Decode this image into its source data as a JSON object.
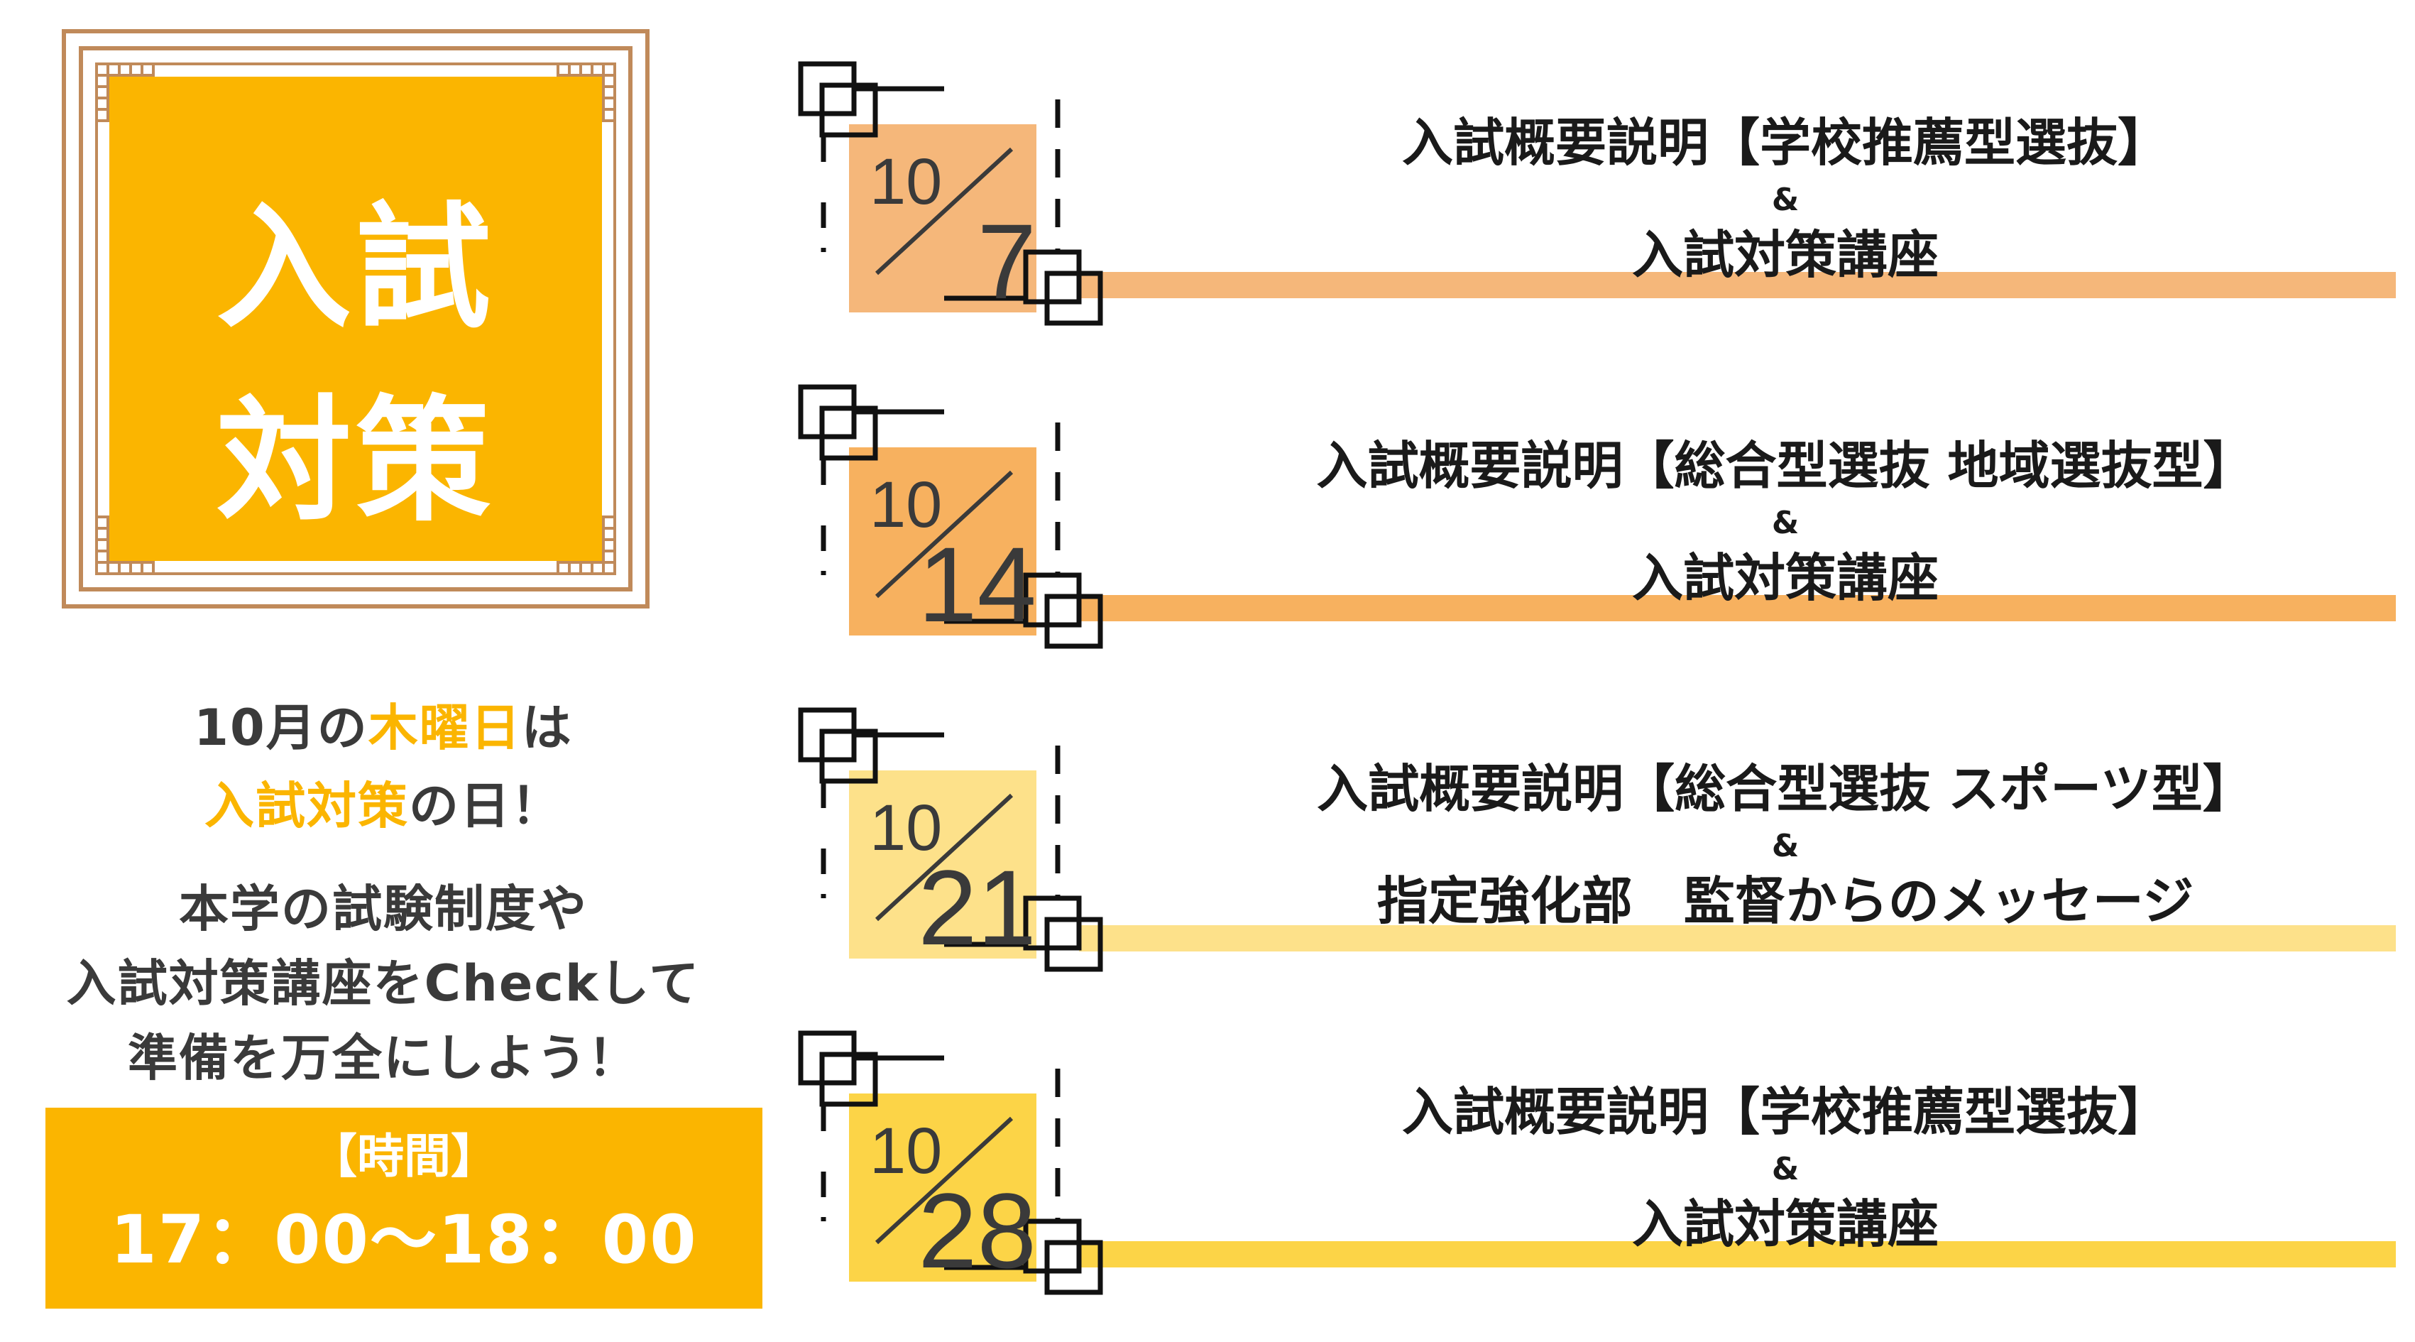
{
  "title": {
    "line1": "入試",
    "line2": "対策"
  },
  "intro": {
    "line1_pre": "10月の",
    "line1_accent": "木曜日",
    "line1_post": "は",
    "line2_accent": "入試対策",
    "line2_post": "の日！",
    "desc_line1": "本学の試験制度や",
    "desc_line2": "入試対策講座をCheckして",
    "desc_line3": "準備を万全にしよう！"
  },
  "time": {
    "label": "【時間】",
    "value": "17：00〜18：00"
  },
  "colors": {
    "accent": "#fbb500",
    "row1": "#f5b77a",
    "row2": "#f7b15f",
    "row3": "#fde18a",
    "row4": "#fcd447",
    "frame": "#c08a5a"
  },
  "events": [
    {
      "month": "10",
      "day": "7",
      "title": "入試概要説明【学校推薦型選抜】",
      "amp": "&",
      "sub": "入試対策講座"
    },
    {
      "month": "10",
      "day": "14",
      "title": "入試概要説明【総合型選抜 地域選抜型】",
      "amp": "&",
      "sub": "入試対策講座"
    },
    {
      "month": "10",
      "day": "21",
      "title": "入試概要説明【総合型選抜 スポーツ型】",
      "amp": "&",
      "sub": "指定強化部　監督からのメッセージ"
    },
    {
      "month": "10",
      "day": "28",
      "title": "入試概要説明【学校推薦型選抜】",
      "amp": "&",
      "sub": "入試対策講座"
    }
  ]
}
